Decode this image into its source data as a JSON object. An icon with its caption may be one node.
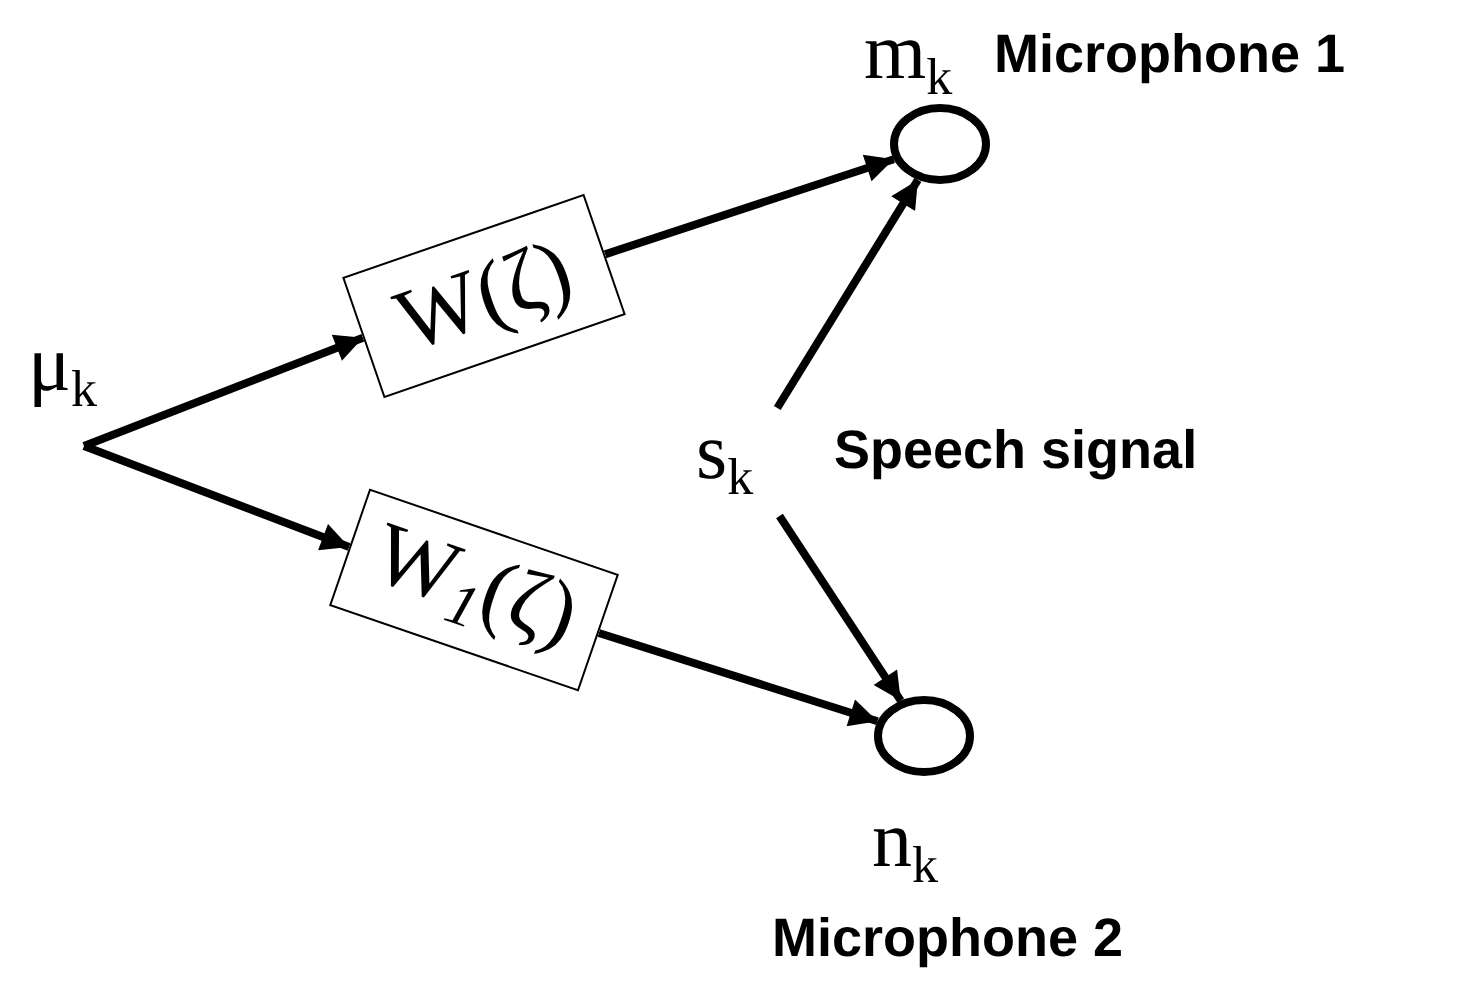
{
  "diagram": {
    "nodes": [
      {
        "text": [
          "μ$_{k}$"
        ]
      },
      {
        "text": [
          "W(ζ)"
        ]
      },
      {
        "text": [
          "W$_{1}$(ζ)"
        ]
      },
      {
        "text": [],
        "shape": "circle",
        "beside": [
          "m$_{k}$",
          "Microphone 1"
        ]
      },
      {
        "text": [],
        "shape": "circle",
        "beside": [
          "n$_{k}$",
          "Microphone 2"
        ]
      },
      {
        "text": [
          "s$_{k}$"
        ],
        "beside": [
          "Speech signal"
        ]
      }
    ],
    "edges": [
      {
        "from": 0,
        "to": 1,
        "arrow": "to"
      },
      {
        "from": 0,
        "to": 2,
        "arrow": "to"
      },
      {
        "from": 1,
        "to": 3,
        "arrow": "to"
      },
      {
        "from": 2,
        "to": 4,
        "arrow": "to"
      },
      {
        "from": 5,
        "to": 3,
        "arrow": "to"
      },
      {
        "from": 5,
        "to": 4,
        "arrow": "to"
      }
    ]
  }
}
